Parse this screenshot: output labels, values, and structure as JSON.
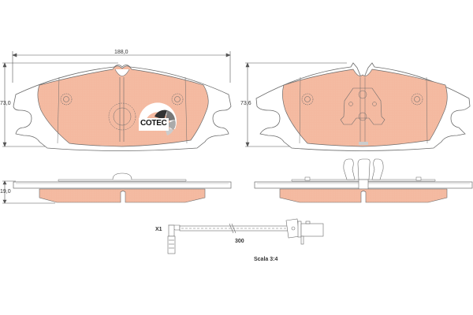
{
  "drawing": {
    "type": "brake pad technical drawing",
    "colors": {
      "friction_material": "#f4b9a0",
      "outline": "#6b6b6b",
      "backplate_fill": "#ffffff",
      "dimension_line": "#555555"
    },
    "dimensions": {
      "width": "188,0",
      "height_left": "73,0",
      "height_right": "73,6",
      "thickness": "19,0"
    },
    "wear_sensor": {
      "label": "X1",
      "length": "300"
    },
    "scale_note": "Scala 3:4",
    "logo": {
      "text": "COTEC"
    }
  }
}
